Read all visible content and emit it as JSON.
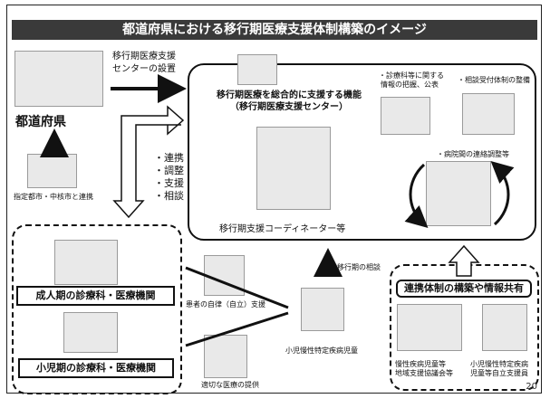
{
  "title": "都道府県における移行期医療支援体制構築のイメージ",
  "prefecture": {
    "label": "都道府県",
    "caption": "指定都市・中核市と連携"
  },
  "center_setup": {
    "line1": "移行期医療支援",
    "line2": "センターの設置"
  },
  "support_list": [
    "・連携",
    "・調整",
    "・支援",
    "・相談"
  ],
  "center": {
    "title_line1": "移行期医療を総合的に支援する機能",
    "title_line2": "（移行期医療支援センター）",
    "coordinator": "移行期支援コーディネーター等"
  },
  "info_items": {
    "line1": "・診療科等に関する",
    "line2": "情報の把握、公表",
    "consult": "・相談受付体制の整備",
    "hospital_coord": "・病院間の連絡調整等"
  },
  "institutions": {
    "adult": "成人期の診療科・医療機関",
    "pediatric": "小児期の診療科・医療機関"
  },
  "patient": {
    "independence": "患者の自律（自立）支援",
    "proper_care": "適切な医療の提供",
    "label": "小児慢性特定疾病児童",
    "consult_label": "移行期の相談"
  },
  "cooperation": {
    "header": "連携体制の構築や情報共有",
    "council_line1": "慢性疾病児童等",
    "council_line2": "地域支援協議会等",
    "support_line1": "小児慢性特定疾病",
    "support_line2": "児童等自立支援員"
  },
  "page_number": "20",
  "colors": {
    "title_bg": "#3a3a3a",
    "title_fg": "#ffffff",
    "line": "#111111",
    "image_placeholder": "#e9e9e9"
  }
}
